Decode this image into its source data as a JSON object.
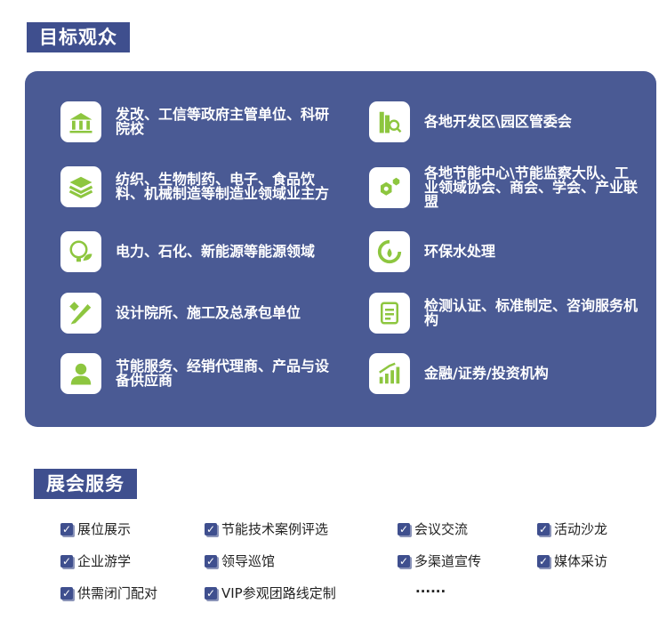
{
  "audience": {
    "title": "目标观众",
    "items": [
      {
        "icon": "government-building-icon",
        "text": "发改、工信等政府主管单位、科研院校"
      },
      {
        "icon": "layers-icon",
        "text": "纺织、生物制药、电子、食品饮料、机械制造等制造业领域业主方"
      },
      {
        "icon": "lightbulb-leaf-icon",
        "text": "电力、石化、新能源等能源领域"
      },
      {
        "icon": "design-tools-icon",
        "text": "设计院所、施工及总承包单位"
      },
      {
        "icon": "person-icon",
        "text": "节能服务、经销代理商、产品与设备供应商"
      },
      {
        "icon": "buildings-search-icon",
        "text": "各地开发区\\园区管委会"
      },
      {
        "icon": "hex-nut-icon",
        "text": "各地节能中心\\节能监察大队、工业领域协会、商会、学会、产业联盟"
      },
      {
        "icon": "water-drop-icon",
        "text": "环保水处理"
      },
      {
        "icon": "checklist-icon",
        "text": "检测认证、标准制定、咨询服务机构"
      },
      {
        "icon": "growth-chart-icon",
        "text": "金融/证券/投资机构"
      }
    ]
  },
  "services": {
    "title": "展会服务",
    "check": "✓",
    "items": [
      "展位展示",
      "节能技术案例评选",
      "会议交流",
      "活动沙龙",
      "企业游学",
      "领导巡馆",
      "多渠道宣传",
      "媒体采访",
      "供需闭门配对",
      "VIP参观团路线定制"
    ],
    "more": "......"
  },
  "colors": {
    "navy": "#3f4f8e",
    "panel": "#4a5a94",
    "green": "#8dc63f"
  }
}
